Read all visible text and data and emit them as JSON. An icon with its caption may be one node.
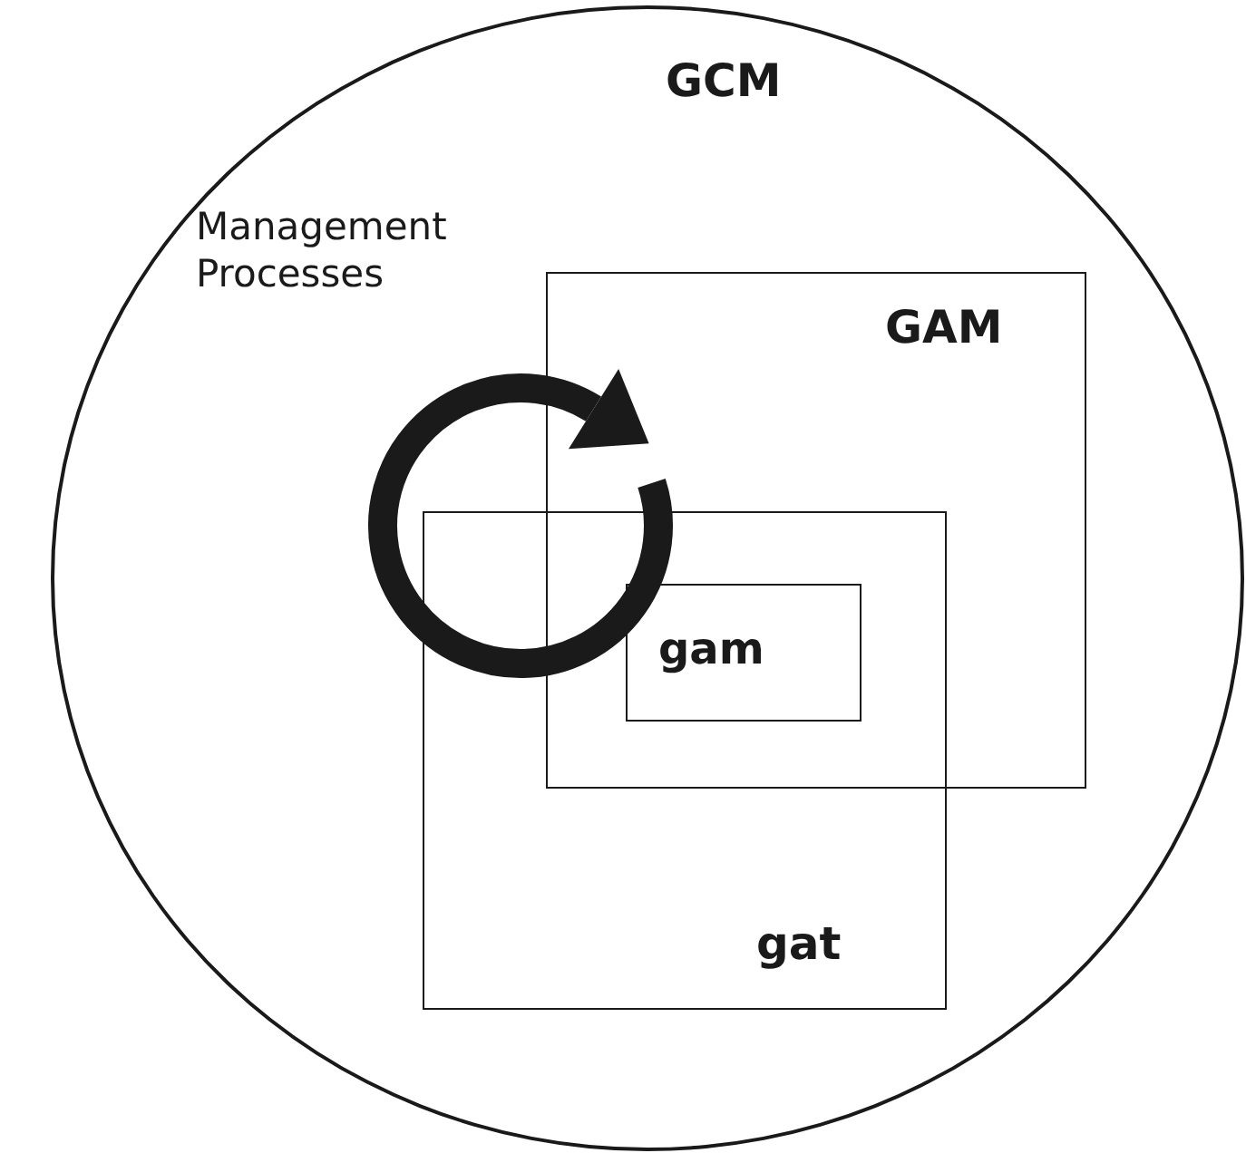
{
  "diagram": {
    "nodes": [
      {
        "text": [
          "GCM"
        ]
      },
      {
        "text": [
          "GAM"
        ],
        "in": 0
      },
      {
        "text": [
          "gat"
        ],
        "in": 0
      },
      {
        "text": [
          "gam"
        ]
      }
    ],
    "labels": [
      "Management Processes"
    ]
  }
}
